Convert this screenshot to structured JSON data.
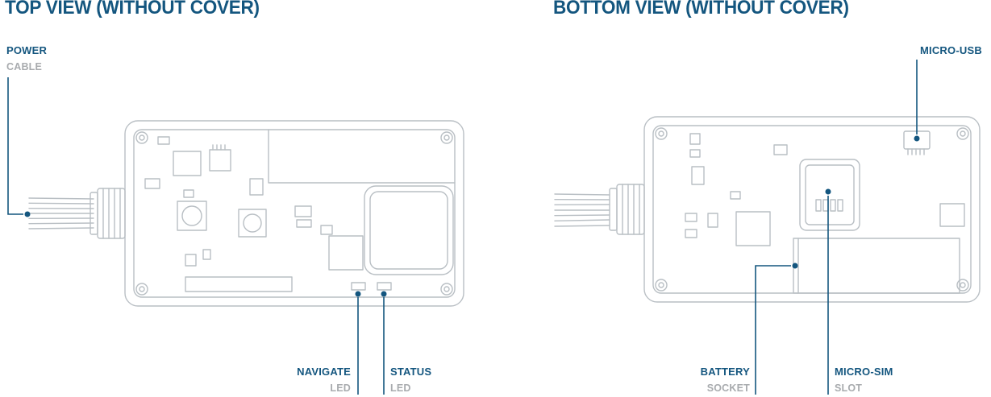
{
  "colors": {
    "accent": "#14567f",
    "label_gray": "#a8abae",
    "outline": "#b9bfc4"
  },
  "panels": {
    "top_view": {
      "title": "TOP VIEW (WITHOUT COVER)",
      "labels": {
        "power": {
          "primary": "POWER",
          "secondary": "CABLE"
        },
        "navigate": {
          "primary": "NAVIGATE",
          "secondary": "LED"
        },
        "status": {
          "primary": "STATUS",
          "secondary": "LED"
        }
      }
    },
    "bottom_view": {
      "title": "BOTTOM VIEW (WITHOUT COVER)",
      "labels": {
        "micro_usb": {
          "primary": "MICRO-USB"
        },
        "battery": {
          "primary": "BATTERY",
          "secondary": "SOCKET"
        },
        "micro_sim": {
          "primary": "MICRO-SIM",
          "secondary": "SLOT"
        }
      }
    }
  }
}
